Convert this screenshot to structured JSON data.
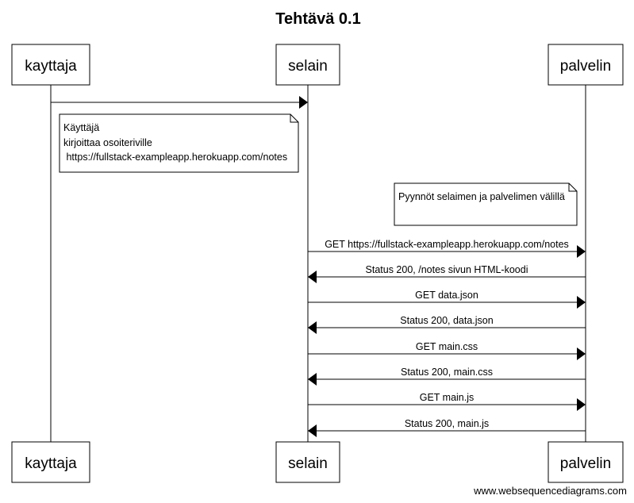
{
  "title": "Tehtävä 0.1",
  "participants": [
    {
      "id": "kayttaja",
      "label": "kayttaja"
    },
    {
      "id": "selain",
      "label": "selain"
    },
    {
      "id": "palvelin",
      "label": "palvelin"
    }
  ],
  "notes": [
    {
      "lines": [
        "Käyttäjä",
        "kirjoittaa osoiteriville",
        " https://fullstack-exampleapp.herokuapp.com/notes"
      ]
    },
    {
      "lines": [
        "Pyynnöt selaimen ja palvelimen välillä"
      ]
    }
  ],
  "messages": [
    {
      "from": "kayttaja",
      "to": "selain",
      "label": ""
    },
    {
      "from": "selain",
      "to": "palvelin",
      "label": "GET https://fullstack-exampleapp.herokuapp.com/notes"
    },
    {
      "from": "palvelin",
      "to": "selain",
      "label": "Status 200, /notes sivun HTML-koodi"
    },
    {
      "from": "selain",
      "to": "palvelin",
      "label": "GET data.json"
    },
    {
      "from": "palvelin",
      "to": "selain",
      "label": "Status 200, data.json"
    },
    {
      "from": "selain",
      "to": "palvelin",
      "label": "GET main.css"
    },
    {
      "from": "palvelin",
      "to": "selain",
      "label": "Status 200, main.css"
    },
    {
      "from": "selain",
      "to": "palvelin",
      "label": "GET main.js"
    },
    {
      "from": "palvelin",
      "to": "selain",
      "label": "Status 200, main.js"
    }
  ],
  "footer": "www.websequencediagrams.com"
}
